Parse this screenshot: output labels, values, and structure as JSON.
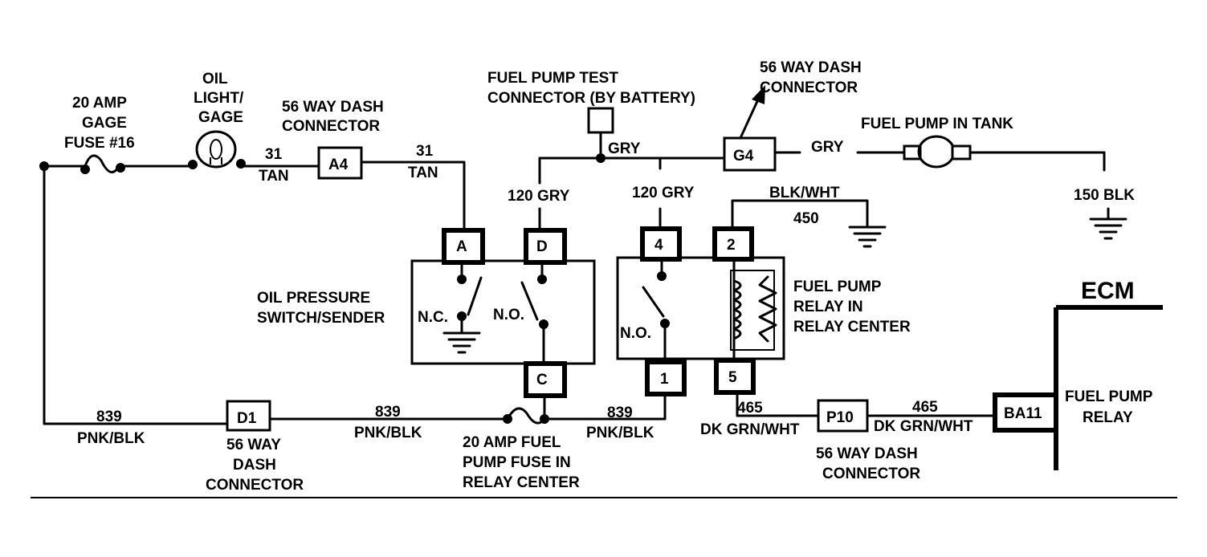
{
  "labels": {
    "fuse16": [
      "20 AMP",
      "GAGE",
      "FUSE #16"
    ],
    "oil_gage": [
      "OIL",
      "LIGHT/",
      "GAGE"
    ],
    "dash_conn_a4": [
      "56 WAY DASH",
      "CONNECTOR"
    ],
    "wire_31_left": [
      "31",
      "TAN"
    ],
    "wire_31_right": [
      "31",
      "TAN"
    ],
    "conn_a4": "A4",
    "test_conn": [
      "FUEL PUMP TEST",
      "CONNECTOR (BY BATTERY)"
    ],
    "gry_mid": "GRY",
    "conn_g4": "G4",
    "dash_conn_g4": [
      "56 WAY DASH",
      "CONNECTOR"
    ],
    "gry_right": "GRY",
    "pump_tank": "FUEL PUMP IN TANK",
    "blk150": "150 BLK",
    "gry120_left": "120 GRY",
    "gry120_right": "120 GRY",
    "blkwht": "BLK/WHT",
    "w450": "450",
    "term_a": "A",
    "term_d": "D",
    "term_c": "C",
    "term_4": "4",
    "term_2": "2",
    "term_1": "1",
    "term_5": "5",
    "oil_switch": [
      "OIL PRESSURE",
      "SWITCH/SENDER"
    ],
    "nc": "N.C.",
    "no_left": "N.O.",
    "no_right": "N.O.",
    "relay_center": [
      "FUEL PUMP",
      "RELAY IN",
      "RELAY CENTER"
    ],
    "ecm": "ECM",
    "wire_839_a": [
      "839",
      "PNK/BLK"
    ],
    "conn_d1": "D1",
    "dash_conn_d1": [
      "56 WAY",
      "DASH",
      "CONNECTOR"
    ],
    "wire_839_b": [
      "839",
      "PNK/BLK"
    ],
    "fuse_fuel": [
      "20 AMP FUEL",
      "PUMP FUSE IN",
      "RELAY CENTER"
    ],
    "wire_839_c": [
      "839",
      "PNK/BLK"
    ],
    "wire_465_left": [
      "465",
      "DK GRN/WHT"
    ],
    "conn_p10": "P10",
    "dash_conn_p10": [
      "56 WAY DASH",
      "CONNECTOR"
    ],
    "wire_465_right": [
      "465",
      "DK GRN/WHT"
    ],
    "conn_ba11": "BA11",
    "fp_relay": [
      "FUEL PUMP",
      "RELAY"
    ]
  }
}
